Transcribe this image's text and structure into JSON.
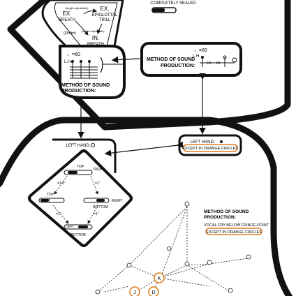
{
  "top_right": {
    "label": "COMPLETELY SEALED"
  },
  "triangle": {
    "ex_breath": [
      "EX.",
      "BREATH"
    ],
    "ex_trill": [
      "EX.",
      "EPIGLOTTAL",
      "TRILL"
    ],
    "in_breath": [
      "IN.",
      "BREATH"
    ],
    "small_top": "(length adjustable)",
    "small_bottom": "(length adjustable)",
    "small_left": "(Ehhbh)"
  },
  "score_left": {
    "tempo": "♩=60",
    "lh": "L.H.",
    "beat": "♩ ♩"
  },
  "box_left_label": [
    "METHOD OF SOUND",
    "PRODUCTION:"
  ],
  "box_right": {
    "tempo": "♩=60",
    "lh": "L.H.",
    "ex": "EX",
    "in": "IN",
    "label": [
      "METHOD OF SOUND",
      "PRODUCTION:"
    ]
  },
  "left_hand_box": {
    "label": "LEFT HAND:",
    "note": "EXCEPT IN ORANGE CIRCLES"
  },
  "left_hand_diamond": {
    "label": "LEFT HAND:",
    "positions": {
      "top1": "TOP",
      "right1": "RIGHT",
      "top2": "TOP",
      "left": "LEFT",
      "right2": "RIGHT",
      "bottom1": "BOTTOM",
      "left2": "LEFT",
      "bottom2": "BOTTOM"
    },
    "ratios": {
      "a": "=1.5\"",
      "b": "=1\"",
      "c": "=1\"",
      "d": "=1\""
    }
  },
  "bottom_right": {
    "label": [
      "METHOD OF SOUND",
      "PRODUCTION:"
    ],
    "sub": "VOCAL FRY BELOW FRINGE-POINT",
    "note": "EXCEPT IN ORANGE CIRCLES",
    "nodes": [
      "K",
      "D",
      "J"
    ]
  },
  "colors": {
    "ink": "#111111",
    "orange": "#e07b1a"
  }
}
